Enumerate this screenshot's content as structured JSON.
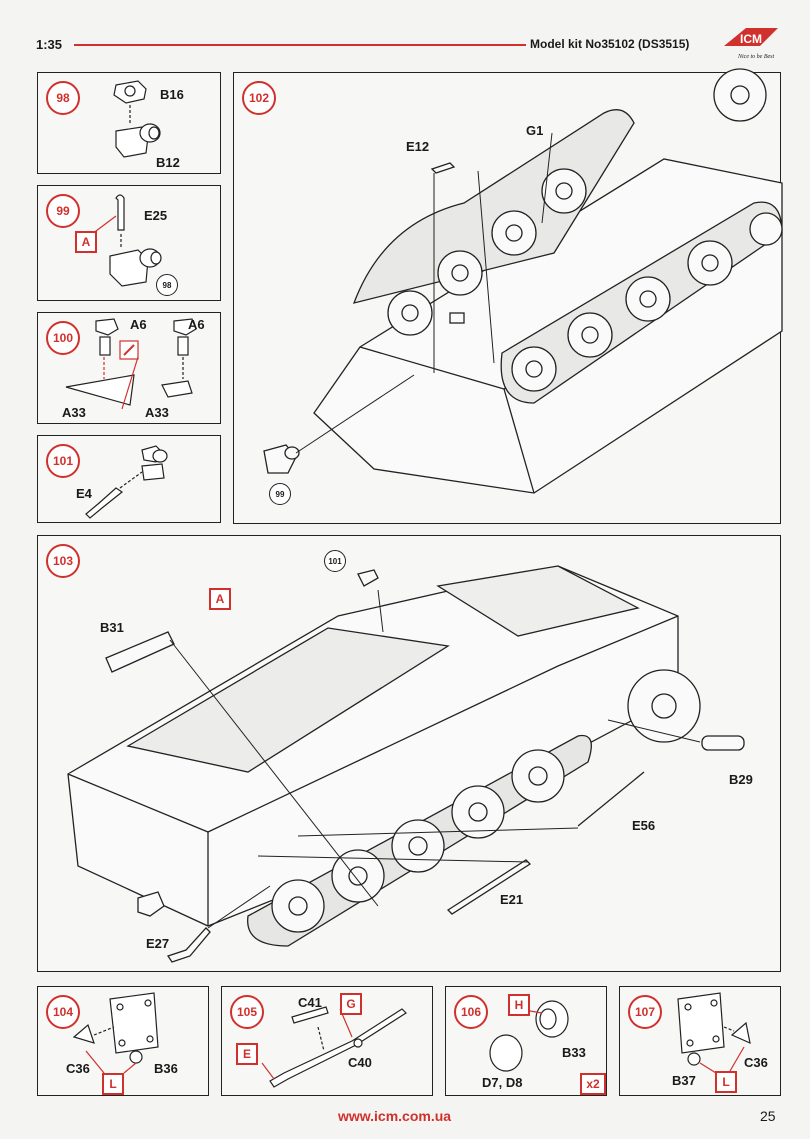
{
  "header": {
    "scale": "1:35",
    "kit_title": "Model kit No35102 (DS3515)",
    "logo_text": "ICM",
    "logo_tagline": "Nice to be Best",
    "accent_color": "#d0312d"
  },
  "steps": {
    "s98": {
      "number": "98",
      "parts": [
        "B16",
        "B12"
      ]
    },
    "s99": {
      "number": "99",
      "parts": [
        "E25"
      ],
      "paint": "A",
      "ref": "98"
    },
    "s100": {
      "number": "100",
      "parts": [
        "A6",
        "A6",
        "A33",
        "A33"
      ]
    },
    "s101": {
      "number": "101",
      "parts": [
        "E4"
      ]
    },
    "s102": {
      "number": "102",
      "parts": [
        "E12",
        "G1"
      ],
      "ref": "99"
    },
    "s103": {
      "number": "103",
      "parts": [
        "B31",
        "B29",
        "E56",
        "E21",
        "E27"
      ],
      "paint": "A",
      "ref": "101"
    },
    "s104": {
      "number": "104",
      "parts": [
        "C36",
        "B36"
      ],
      "paint": "L"
    },
    "s105": {
      "number": "105",
      "parts": [
        "C41",
        "C40"
      ],
      "paint_1": "G",
      "paint_2": "E"
    },
    "s106": {
      "number": "106",
      "parts": [
        "B33",
        "D7, D8"
      ],
      "paint": "H",
      "quantity": "x2"
    },
    "s107": {
      "number": "107",
      "parts": [
        "C36",
        "B37"
      ],
      "paint": "L"
    }
  },
  "footer": {
    "url": "www.icm.com.ua",
    "page": "25"
  }
}
